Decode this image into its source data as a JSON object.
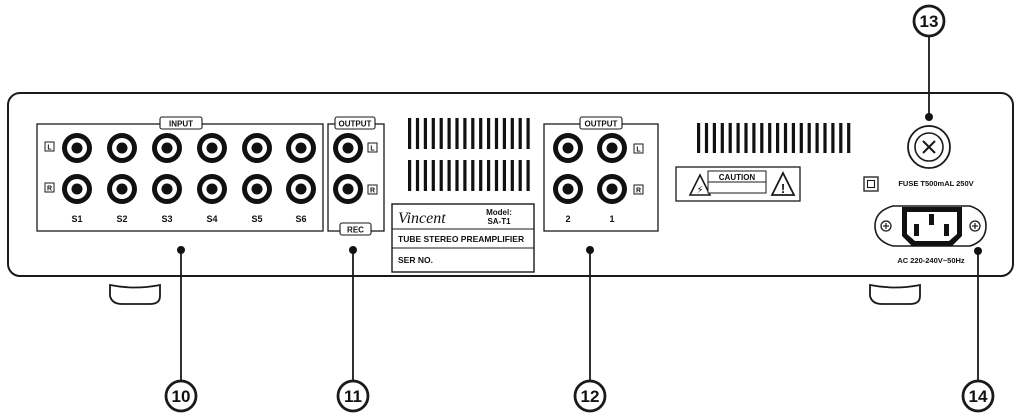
{
  "callouts": [
    "10",
    "11",
    "12",
    "13",
    "14"
  ],
  "input_section": {
    "title": "INPUT",
    "channel_left": "L",
    "channel_right": "R",
    "sources": [
      "S1",
      "S2",
      "S3",
      "S4",
      "S5",
      "S6"
    ]
  },
  "rec_output_section": {
    "title": "OUTPUT",
    "channel_left": "L",
    "channel_right": "R",
    "bottom_label": "REC"
  },
  "nameplate": {
    "brand": "Vincent",
    "model_label": "Model:",
    "model_value": "SA-T1",
    "product_name": "TUBE STEREO PREAMPLIFIER",
    "serial_label": "SER NO."
  },
  "main_output_section": {
    "title": "OUTPUT",
    "channel_left": "L",
    "channel_right": "R",
    "outputs": [
      "2",
      "1"
    ]
  },
  "caution_label": {
    "text": "CAUTION",
    "shock_symbol": "⚡",
    "exclamation_symbol": "!"
  },
  "fuse": {
    "label": "FUSE T500mAL 250V"
  },
  "ac_inlet": {
    "label": "AC 220-240V~50Hz"
  },
  "colors": {
    "line": "#1a1a1a",
    "panel_fill": "#ffffff",
    "jack_fill": "#111111"
  }
}
